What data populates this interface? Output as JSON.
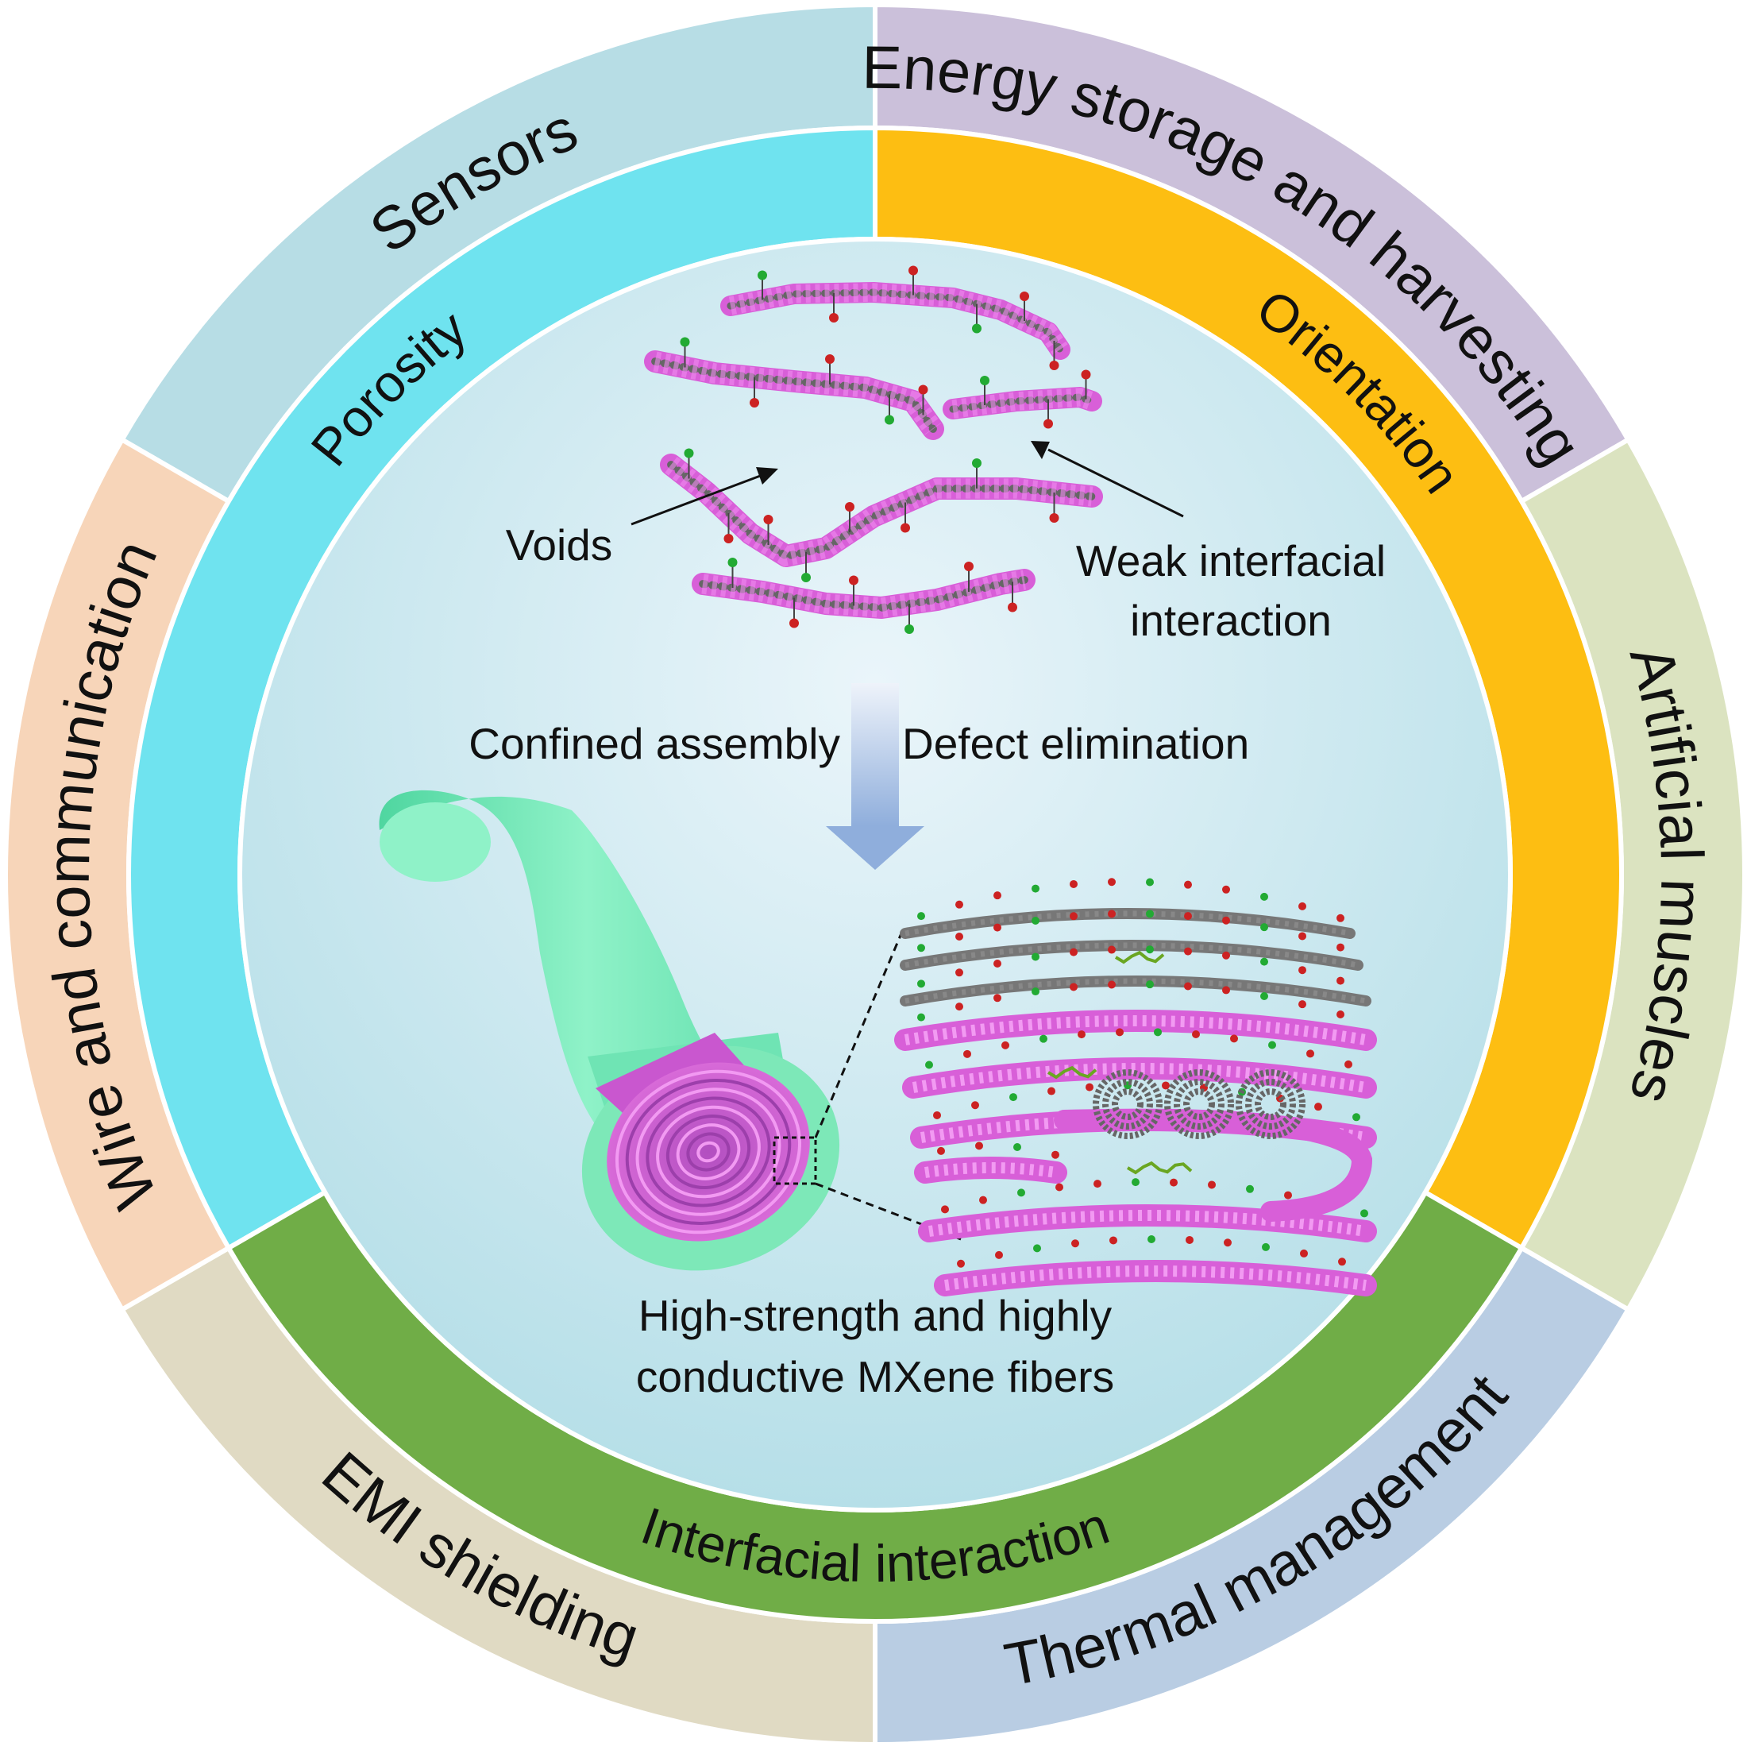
{
  "colors": {
    "outer_sensors": "#b7dde5",
    "outer_energy": "#cbc0da",
    "outer_muscles": "#dbe3c0",
    "outer_thermal": "#b9cde3",
    "outer_emi": "#e0dac3",
    "outer_wire": "#f7d5b9",
    "ring_porosity": "#6fe3ef",
    "ring_orientation": "#fdbe12",
    "ring_interfacial": "#70ad47",
    "center_fill": "#c6e6ee",
    "mxene_magenta": "#d85fd8",
    "fiber_green": "#7de8b8",
    "arrow_blue": "#9db7e0"
  },
  "outer_segments": [
    {
      "label": "Sensors"
    },
    {
      "label": "Energy storage and harvesting"
    },
    {
      "label": "Artificial muscles"
    },
    {
      "label": "Thermal management"
    },
    {
      "label": "EMI shielding"
    },
    {
      "label": "Wire and communication"
    }
  ],
  "ring_segments": [
    {
      "label": "Porosity"
    },
    {
      "label": "Orientation"
    },
    {
      "label": "Interfacial interaction"
    }
  ],
  "center": {
    "voids_label": "Voids",
    "weak_line1": "Weak interfacial",
    "weak_line2": "interaction",
    "process_left": "Confined assembly",
    "process_right": "Defect elimination",
    "result_line1": "High-strength and highly",
    "result_line2": "conductive MXene fibers"
  }
}
